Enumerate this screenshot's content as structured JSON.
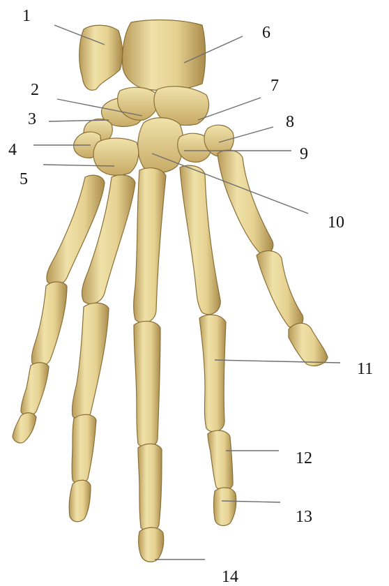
{
  "figure": {
    "subject": "skeleton-hand-dorsal-view",
    "colors": {
      "background": "#ffffff",
      "bone_light": "#efe1a8",
      "bone_mid": "#dcc383",
      "bone_dark": "#a88a4a",
      "bone_edge": "#7d6430",
      "label_text": "#111111",
      "leader_line": "#6e6e6e"
    }
  },
  "labels": {
    "l1": "1",
    "l2": "2",
    "l3": "3",
    "l4": "4",
    "l5": "5",
    "l6": "6",
    "l7": "7",
    "l8": "8",
    "l9": "9",
    "l10": "10",
    "l11": "11",
    "l12": "12",
    "l13": "13",
    "l14": "14"
  }
}
